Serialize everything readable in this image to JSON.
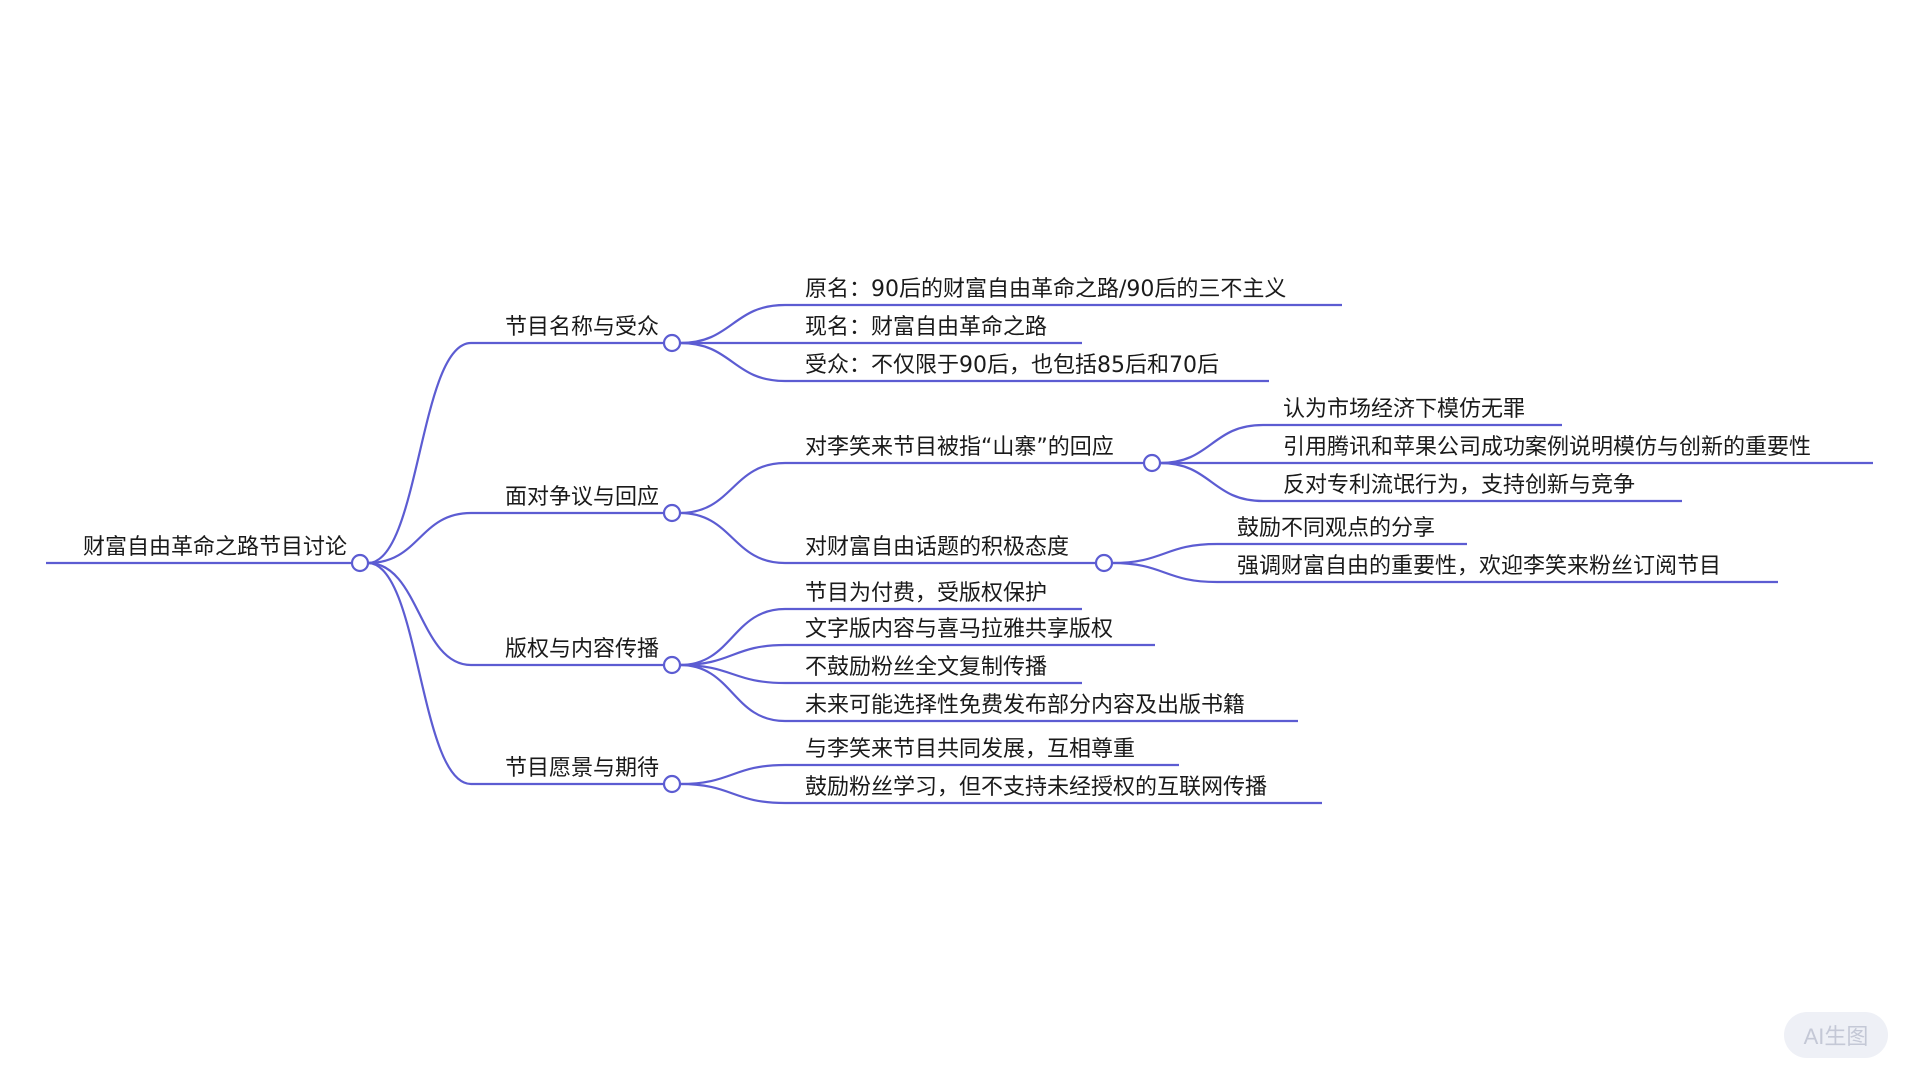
{
  "mindmap": {
    "root": "财富自由革命之路节目讨论",
    "children": [
      {
        "label": "节目名称与受众",
        "children": [
          {
            "label": "原名：90后的财富自由革命之路/90后的三不主义"
          },
          {
            "label": "现名：财富自由革命之路"
          },
          {
            "label": "受众：不仅限于90后，也包括85后和70后"
          }
        ]
      },
      {
        "label": "面对争议与回应",
        "children": [
          {
            "label": "对李笑来节目被指“山寨”的回应",
            "children": [
              {
                "label": "认为市场经济下模仿无罪"
              },
              {
                "label": "引用腾讯和苹果公司成功案例说明模仿与创新的重要性"
              },
              {
                "label": "反对专利流氓行为，支持创新与竞争"
              }
            ]
          },
          {
            "label": "对财富自由话题的积极态度",
            "children": [
              {
                "label": "鼓励不同观点的分享"
              },
              {
                "label": "强调财富自由的重要性，欢迎李笑来粉丝订阅节目"
              }
            ]
          }
        ]
      },
      {
        "label": "版权与内容传播",
        "children": [
          {
            "label": "节目为付费，受版权保护"
          },
          {
            "label": "文字版内容与喜马拉雅共享版权"
          },
          {
            "label": "不鼓励粉丝全文复制传播"
          },
          {
            "label": "未来可能选择性免费发布部分内容及出版书籍"
          }
        ]
      },
      {
        "label": "节目愿景与期待",
        "children": [
          {
            "label": "与李笑来节目共同发展，互相尊重"
          },
          {
            "label": "鼓励粉丝学习，但不支持未经授权的互联网传播"
          }
        ]
      }
    ]
  },
  "badge": "AI生图",
  "colors": {
    "line": "#5c5cd2",
    "text": "#1a1a1a"
  }
}
